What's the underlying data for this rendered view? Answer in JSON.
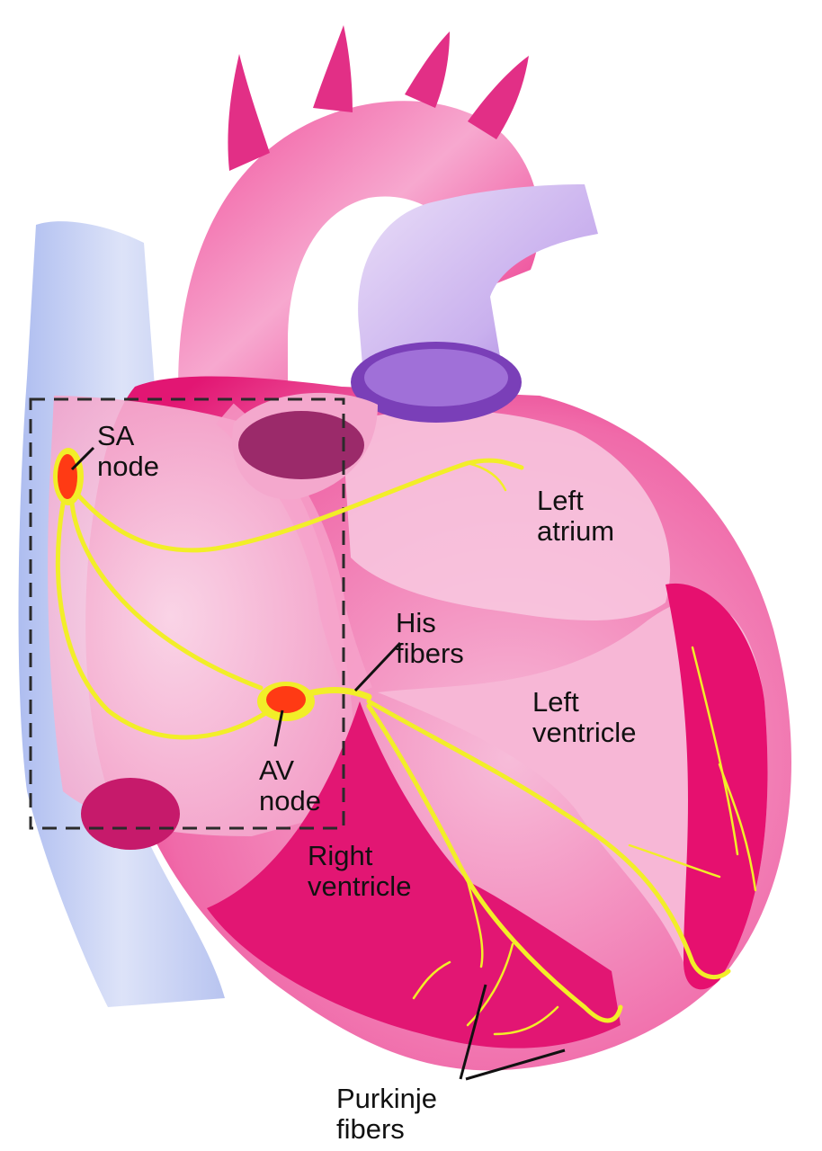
{
  "labels": {
    "sa_node": [
      "SA",
      "node"
    ],
    "left_atrium": [
      "Left",
      "atrium"
    ],
    "his_fibers": [
      "His",
      "fibers"
    ],
    "left_ventricle": [
      "Left",
      "ventricle"
    ],
    "av_node": [
      "AV",
      "node"
    ],
    "right_ventricle": [
      "Right",
      "ventricle"
    ],
    "purkinje_fibers": [
      "Purkinje",
      "fibers"
    ]
  },
  "colors": {
    "myocardium": "#e8177a",
    "myocardium_light": "#f59ac8",
    "chamber": "#f7c2dd",
    "vessel_blue": "#c9d3f2",
    "pulmonary_violet": "#b48ee0",
    "conduction_yellow": "#f2ee28",
    "node_red": "#ff3a14",
    "label_text": "#111111"
  },
  "highlight_box": "dashed"
}
